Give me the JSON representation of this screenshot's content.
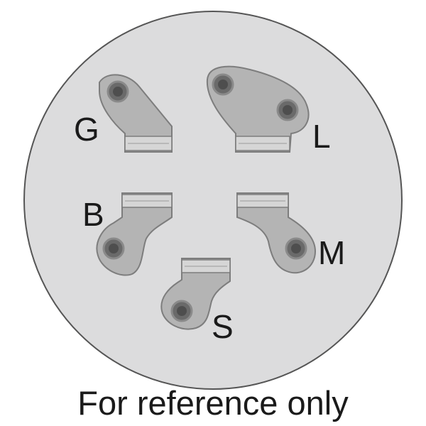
{
  "diagram": {
    "caption": "For reference only",
    "terminals": {
      "G": {
        "label": "G"
      },
      "L": {
        "label": "L"
      },
      "B": {
        "label": "B"
      },
      "M": {
        "label": "M"
      },
      "S": {
        "label": "S"
      }
    }
  },
  "colors": {
    "face": "#dcdcdd",
    "outline": "#555555",
    "lug": "#b4b4b4",
    "lug_outline": "#7d7d7d",
    "hole": "#5b5b5b",
    "slot": "#d6d6d6",
    "text": "#1a1a1a"
  }
}
